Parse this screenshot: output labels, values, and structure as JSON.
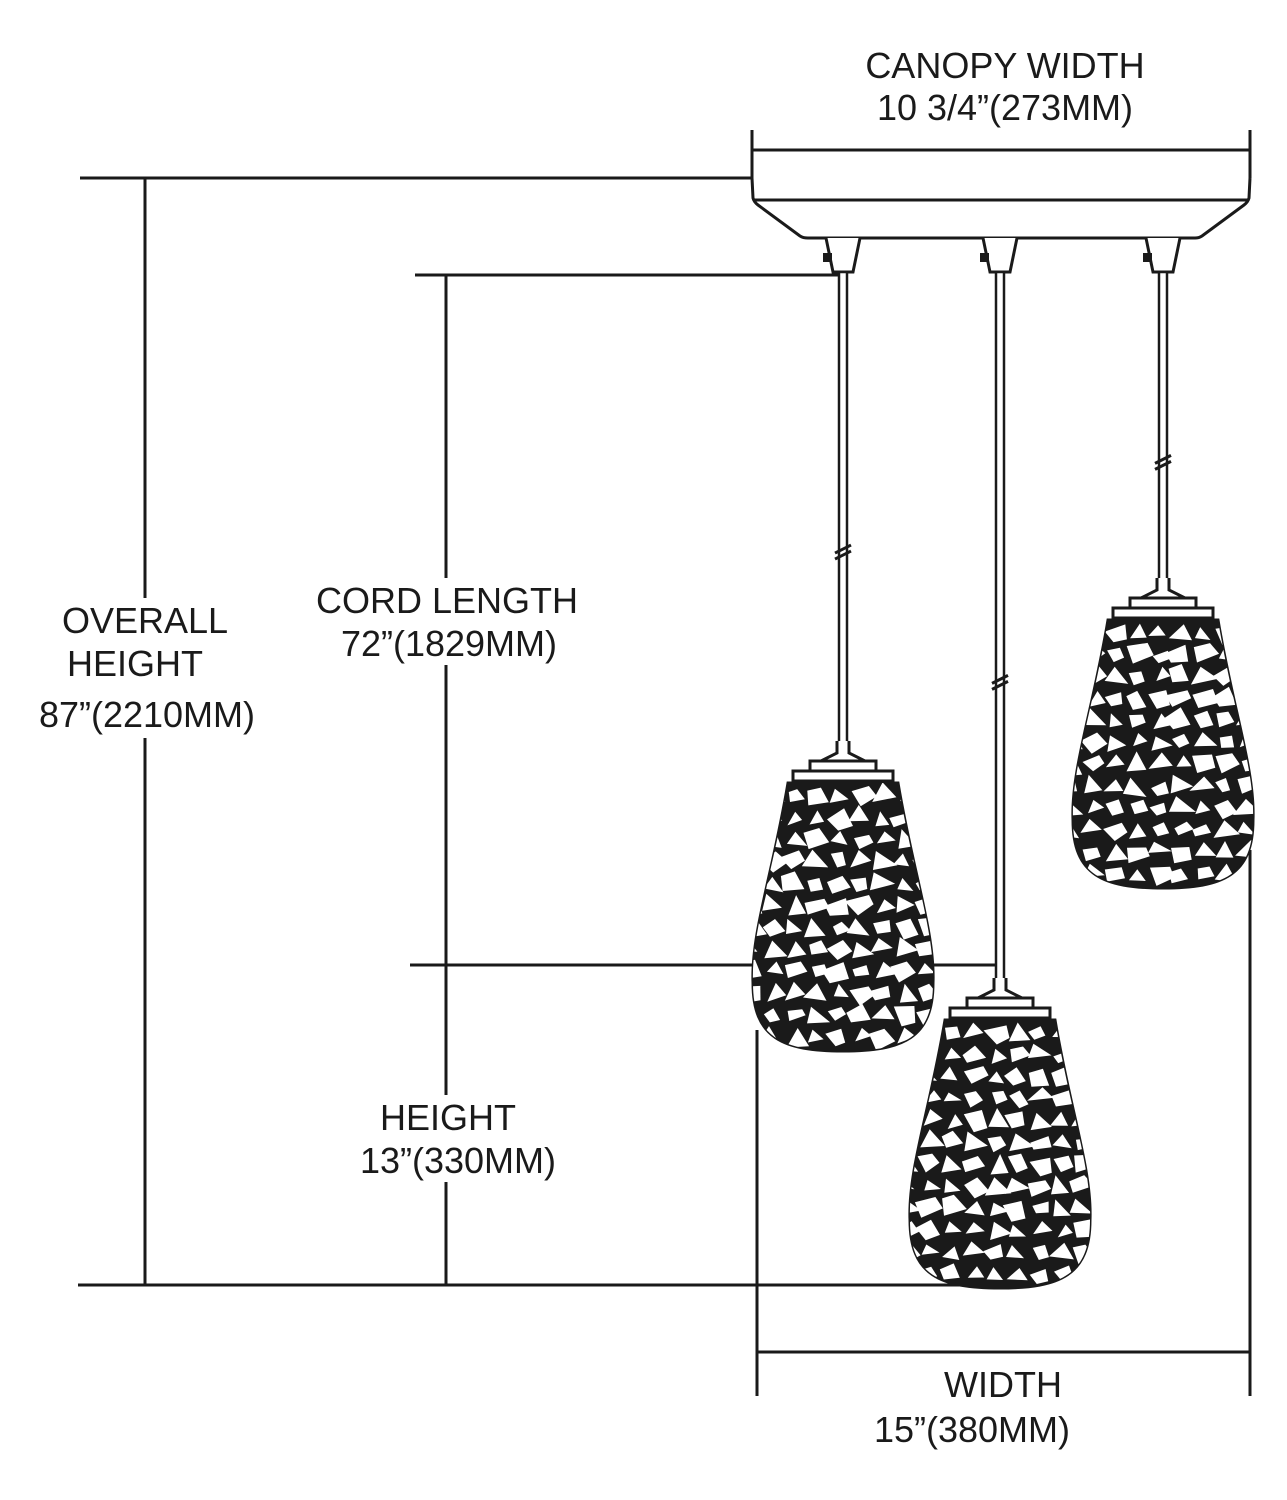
{
  "canopy_width": {
    "title": "CANOPY WIDTH",
    "value": "10 3/4”(273MM)"
  },
  "overall_height": {
    "line1": "OVERALL",
    "line2": "HEIGHT",
    "value": "87”(2210MM)"
  },
  "cord_length": {
    "title": "CORD LENGTH",
    "value": "72”(1829MM)"
  },
  "height": {
    "title": "HEIGHT",
    "value": "13”(330MM)"
  },
  "width": {
    "title": "WIDTH",
    "value": "15”(380MM)"
  },
  "colors": {
    "line": "#1a1a1a",
    "background": "#ffffff"
  }
}
